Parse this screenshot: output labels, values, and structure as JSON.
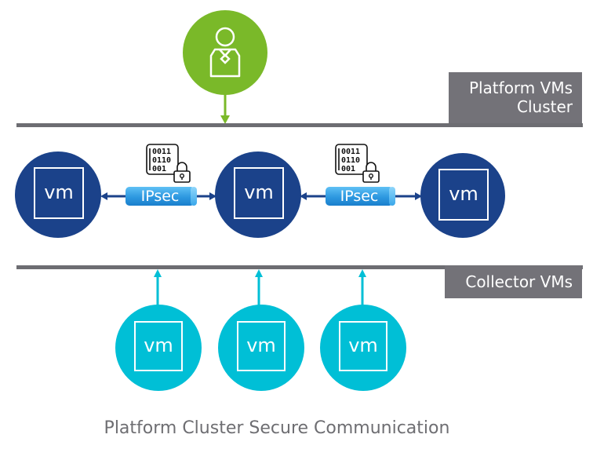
{
  "title": "Platform Cluster Secure Communication",
  "colors": {
    "user_node": "#7ab929",
    "platform_vm": "#1b428a",
    "collector_vm": "#00bfd6",
    "divider": "#6d6d72",
    "label_bg": "#737278",
    "connector_platform": "#1b428a",
    "connector_collector": "#00bfd6",
    "ipsec_tube": "#2d98e0"
  },
  "user_node": {
    "icon": "user-icon"
  },
  "sections": {
    "platform": {
      "label_line1": "Platform VMs",
      "label_line2": "Cluster"
    },
    "collector": {
      "label": "Collector VMs"
    }
  },
  "platform_vms": [
    {
      "label": "vm"
    },
    {
      "label": "vm"
    },
    {
      "label": "vm"
    }
  ],
  "ipsec_links": [
    {
      "label": "IPsec",
      "icon": "encrypted-data-icon",
      "data_lines": [
        "0011",
        "0110",
        "001"
      ]
    },
    {
      "label": "IPsec",
      "icon": "encrypted-data-icon",
      "data_lines": [
        "0011",
        "0110",
        "001"
      ]
    }
  ],
  "collector_vms": [
    {
      "label": "vm"
    },
    {
      "label": "vm"
    },
    {
      "label": "vm"
    }
  ]
}
